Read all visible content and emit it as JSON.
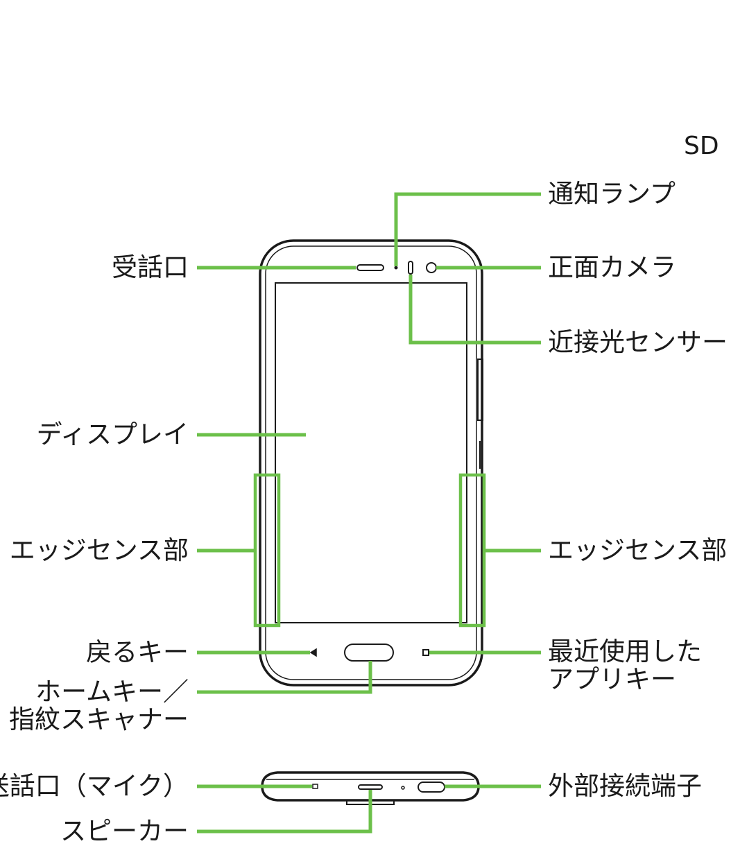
{
  "corner_text": "SD",
  "labels": {
    "notification_lamp": "通知ランプ",
    "earpiece": "受話口",
    "front_camera": "正面カメラ",
    "proximity_light_sensor": "近接光センサー",
    "display": "ディスプレイ",
    "edge_sense_left": "エッジセンス部",
    "edge_sense_right": "エッジセンス部",
    "back_key": "戻るキー",
    "recent_apps_key_line1": "最近使用した",
    "recent_apps_key_line2": "アプリキー",
    "home_key_line1": "ホームキー／",
    "home_key_line2": "指紋スキャナー",
    "microphone": "送話口（マイク）",
    "external_port": "外部接続端子",
    "speaker": "スピーカー"
  },
  "colors": {
    "leader_line": "#6cc04a",
    "device_outline": "#1a1a1a"
  }
}
